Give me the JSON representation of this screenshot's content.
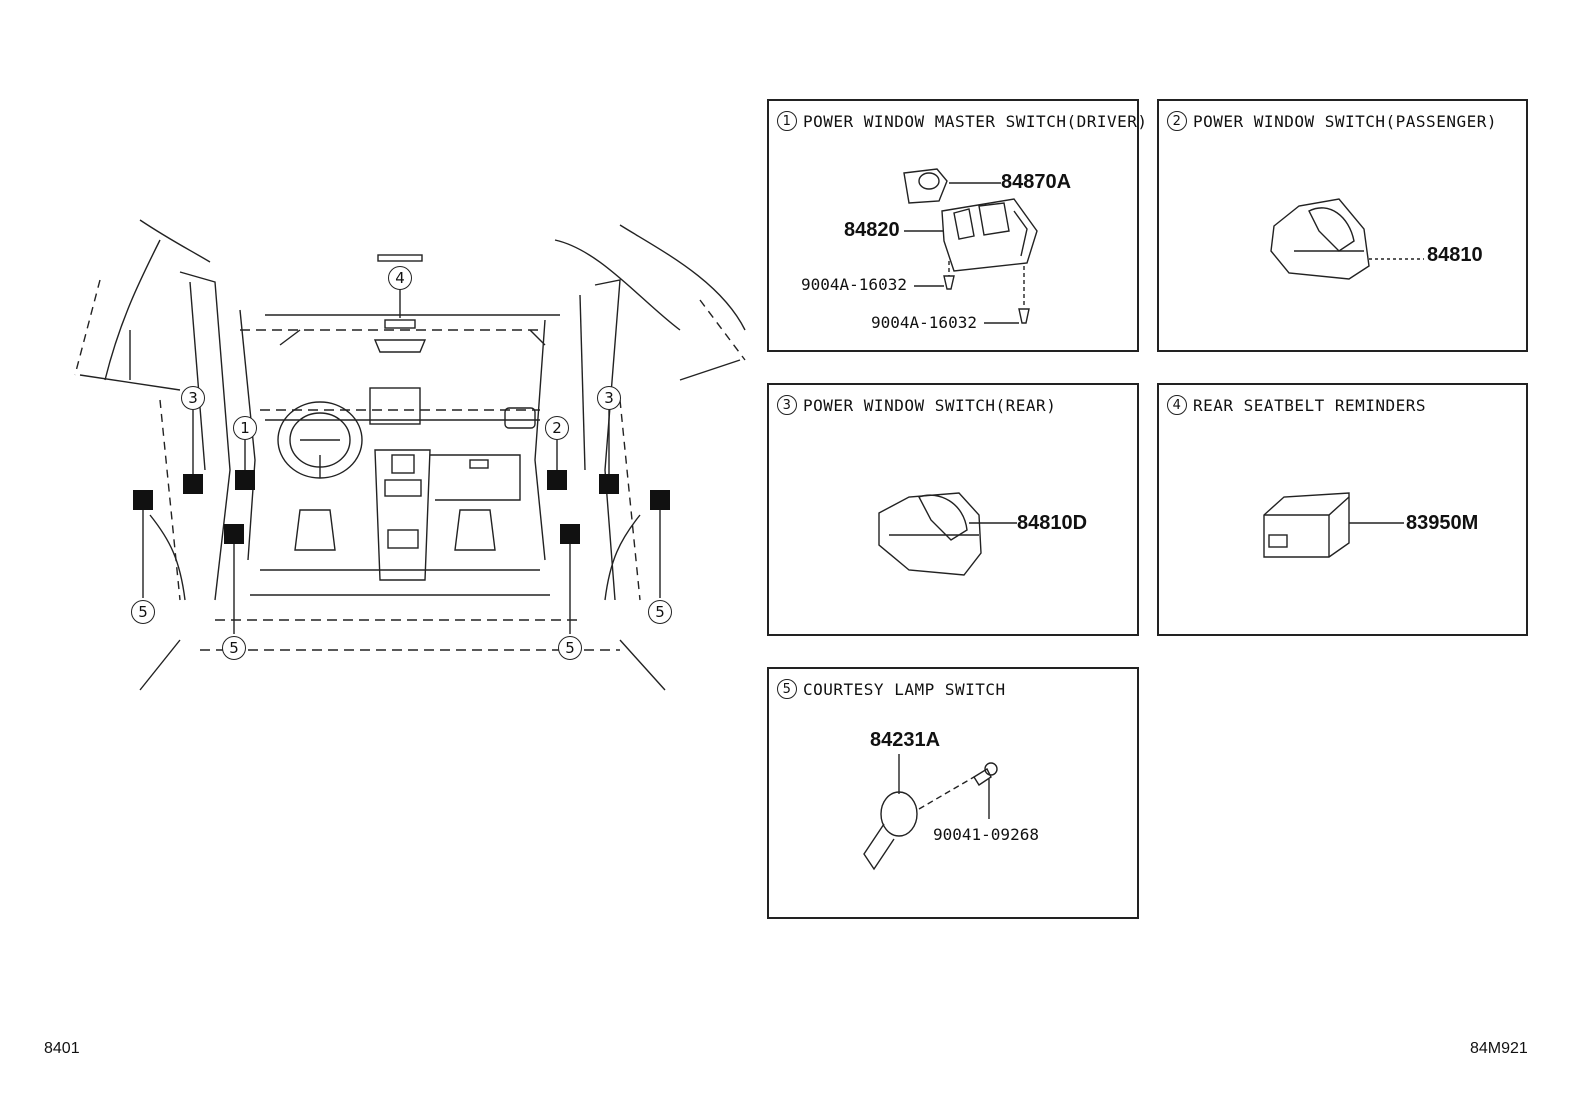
{
  "boxes": [
    {
      "num": "1",
      "title": "POWER WINDOW MASTER SWITCH(DRIVER)",
      "parts": [
        "84870A",
        "84820",
        "9004A-16032",
        "9004A-16032"
      ]
    },
    {
      "num": "2",
      "title": "POWER WINDOW SWITCH(PASSENGER)",
      "parts": [
        "84810"
      ]
    },
    {
      "num": "3",
      "title": "POWER WINDOW SWITCH(REAR)",
      "parts": [
        "84810D"
      ]
    },
    {
      "num": "4",
      "title": "REAR SEATBELT REMINDERS",
      "parts": [
        "83950M"
      ]
    },
    {
      "num": "5",
      "title": "COURTESY LAMP SWITCH",
      "parts": [
        "84231A",
        "90041-09268"
      ]
    }
  ],
  "callouts": [
    "3",
    "1",
    "2",
    "3",
    "4",
    "5",
    "5",
    "5",
    "5"
  ],
  "footer": {
    "left": "8401",
    "right": "84M921"
  }
}
